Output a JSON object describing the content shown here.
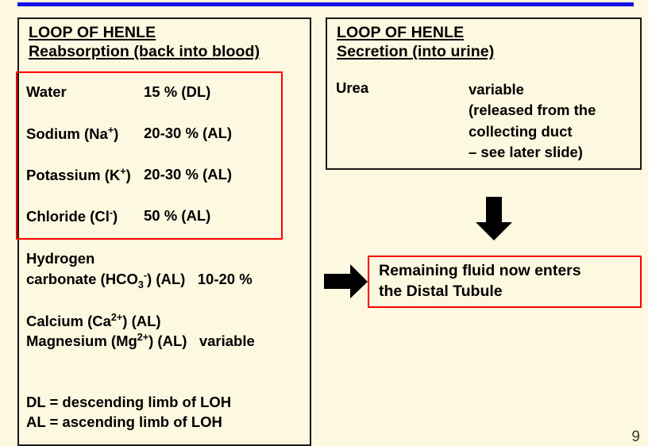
{
  "slide": {
    "background_color": "#FDF8E0",
    "rule_color": "#1411E8",
    "highlight_color": "#FF0000",
    "page_number": "9"
  },
  "left_panel": {
    "title_line1": "LOOP OF HENLE",
    "title_line2": "Reabsorption (back into blood)",
    "highlighted_rows": [
      {
        "substance": "Water",
        "formula": "",
        "charge": "",
        "value": "15 % (DL)"
      },
      {
        "substance": "Sodium",
        "formula": "Na",
        "charge": "+",
        "value": "20-30 % (AL)"
      },
      {
        "substance": "Potassium",
        "formula": "K",
        "charge": "+",
        "value": "20-30 % (AL)"
      },
      {
        "substance": "Chloride",
        "formula": "Cl",
        "charge": "-",
        "value": "50 % (AL)"
      }
    ],
    "bicarbonate_line1": "Hydrogen",
    "bicarbonate_line2_a": "carbonate (HCO",
    "bicarbonate_sub": "3",
    "bicarbonate_sup": "-",
    "bicarbonate_line2_b": ") (AL)",
    "bicarbonate_value": "10-20 %",
    "calcium_a": "Calcium (Ca",
    "calcium_sup": "2+",
    "calcium_b": ") (AL)",
    "magnesium_a": "Magnesium (Mg",
    "magnesium_sup": "2+",
    "magnesium_b": ") (AL)",
    "magnesium_value": "variable",
    "legend_dl": "DL = descending limb of LOH",
    "legend_al": "AL = ascending limb of LOH"
  },
  "right_panel": {
    "title_line1": "LOOP OF HENLE",
    "title_line2": "Secretion (into urine)",
    "substance": "Urea",
    "value_line1": "variable",
    "value_line2": "(released from the",
    "value_line3": "collecting duct",
    "value_line4": "– see later slide)"
  },
  "flow": {
    "down_arrow": "down-arrow",
    "right_arrow": "right-arrow",
    "callout_line1": "Remaining fluid now enters",
    "callout_line2": "the Distal Tubule"
  }
}
